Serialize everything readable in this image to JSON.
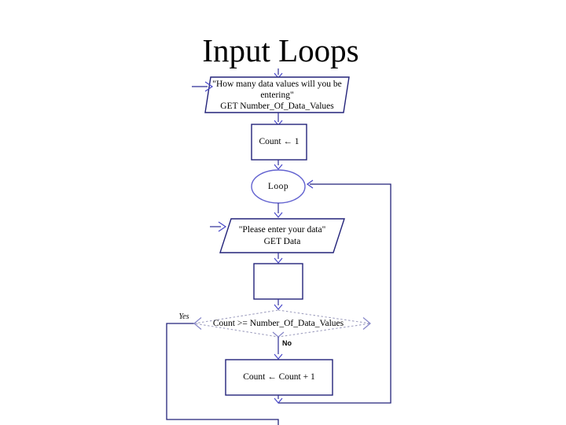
{
  "title": "Input Loops",
  "colors": {
    "background": "#ffffff",
    "shape_border": "#23237a",
    "connector_line": "#2d2d96",
    "arrowhead": "#4747c8",
    "loop_ellipse_stroke": "#6363d0",
    "decision_dashed_border": "#a0a0c0",
    "text": "#000000"
  },
  "nodes": {
    "ask_count": {
      "prompt": "\"How many data values will you be entering\"",
      "statement": "GET Number_Of_Data_Values"
    },
    "init_count": {
      "label": "Count ← 1"
    },
    "loop": {
      "label": "Loop"
    },
    "ask_data": {
      "prompt": "\"Please enter your data\"",
      "statement": "GET Data"
    },
    "process_blank": {
      "label": ""
    },
    "decision": {
      "label": "Count >= Number_Of_Data_Values"
    },
    "increment": {
      "label": "Count ← Count + 1"
    }
  },
  "branch_labels": {
    "yes": "Yes",
    "no": "No"
  }
}
